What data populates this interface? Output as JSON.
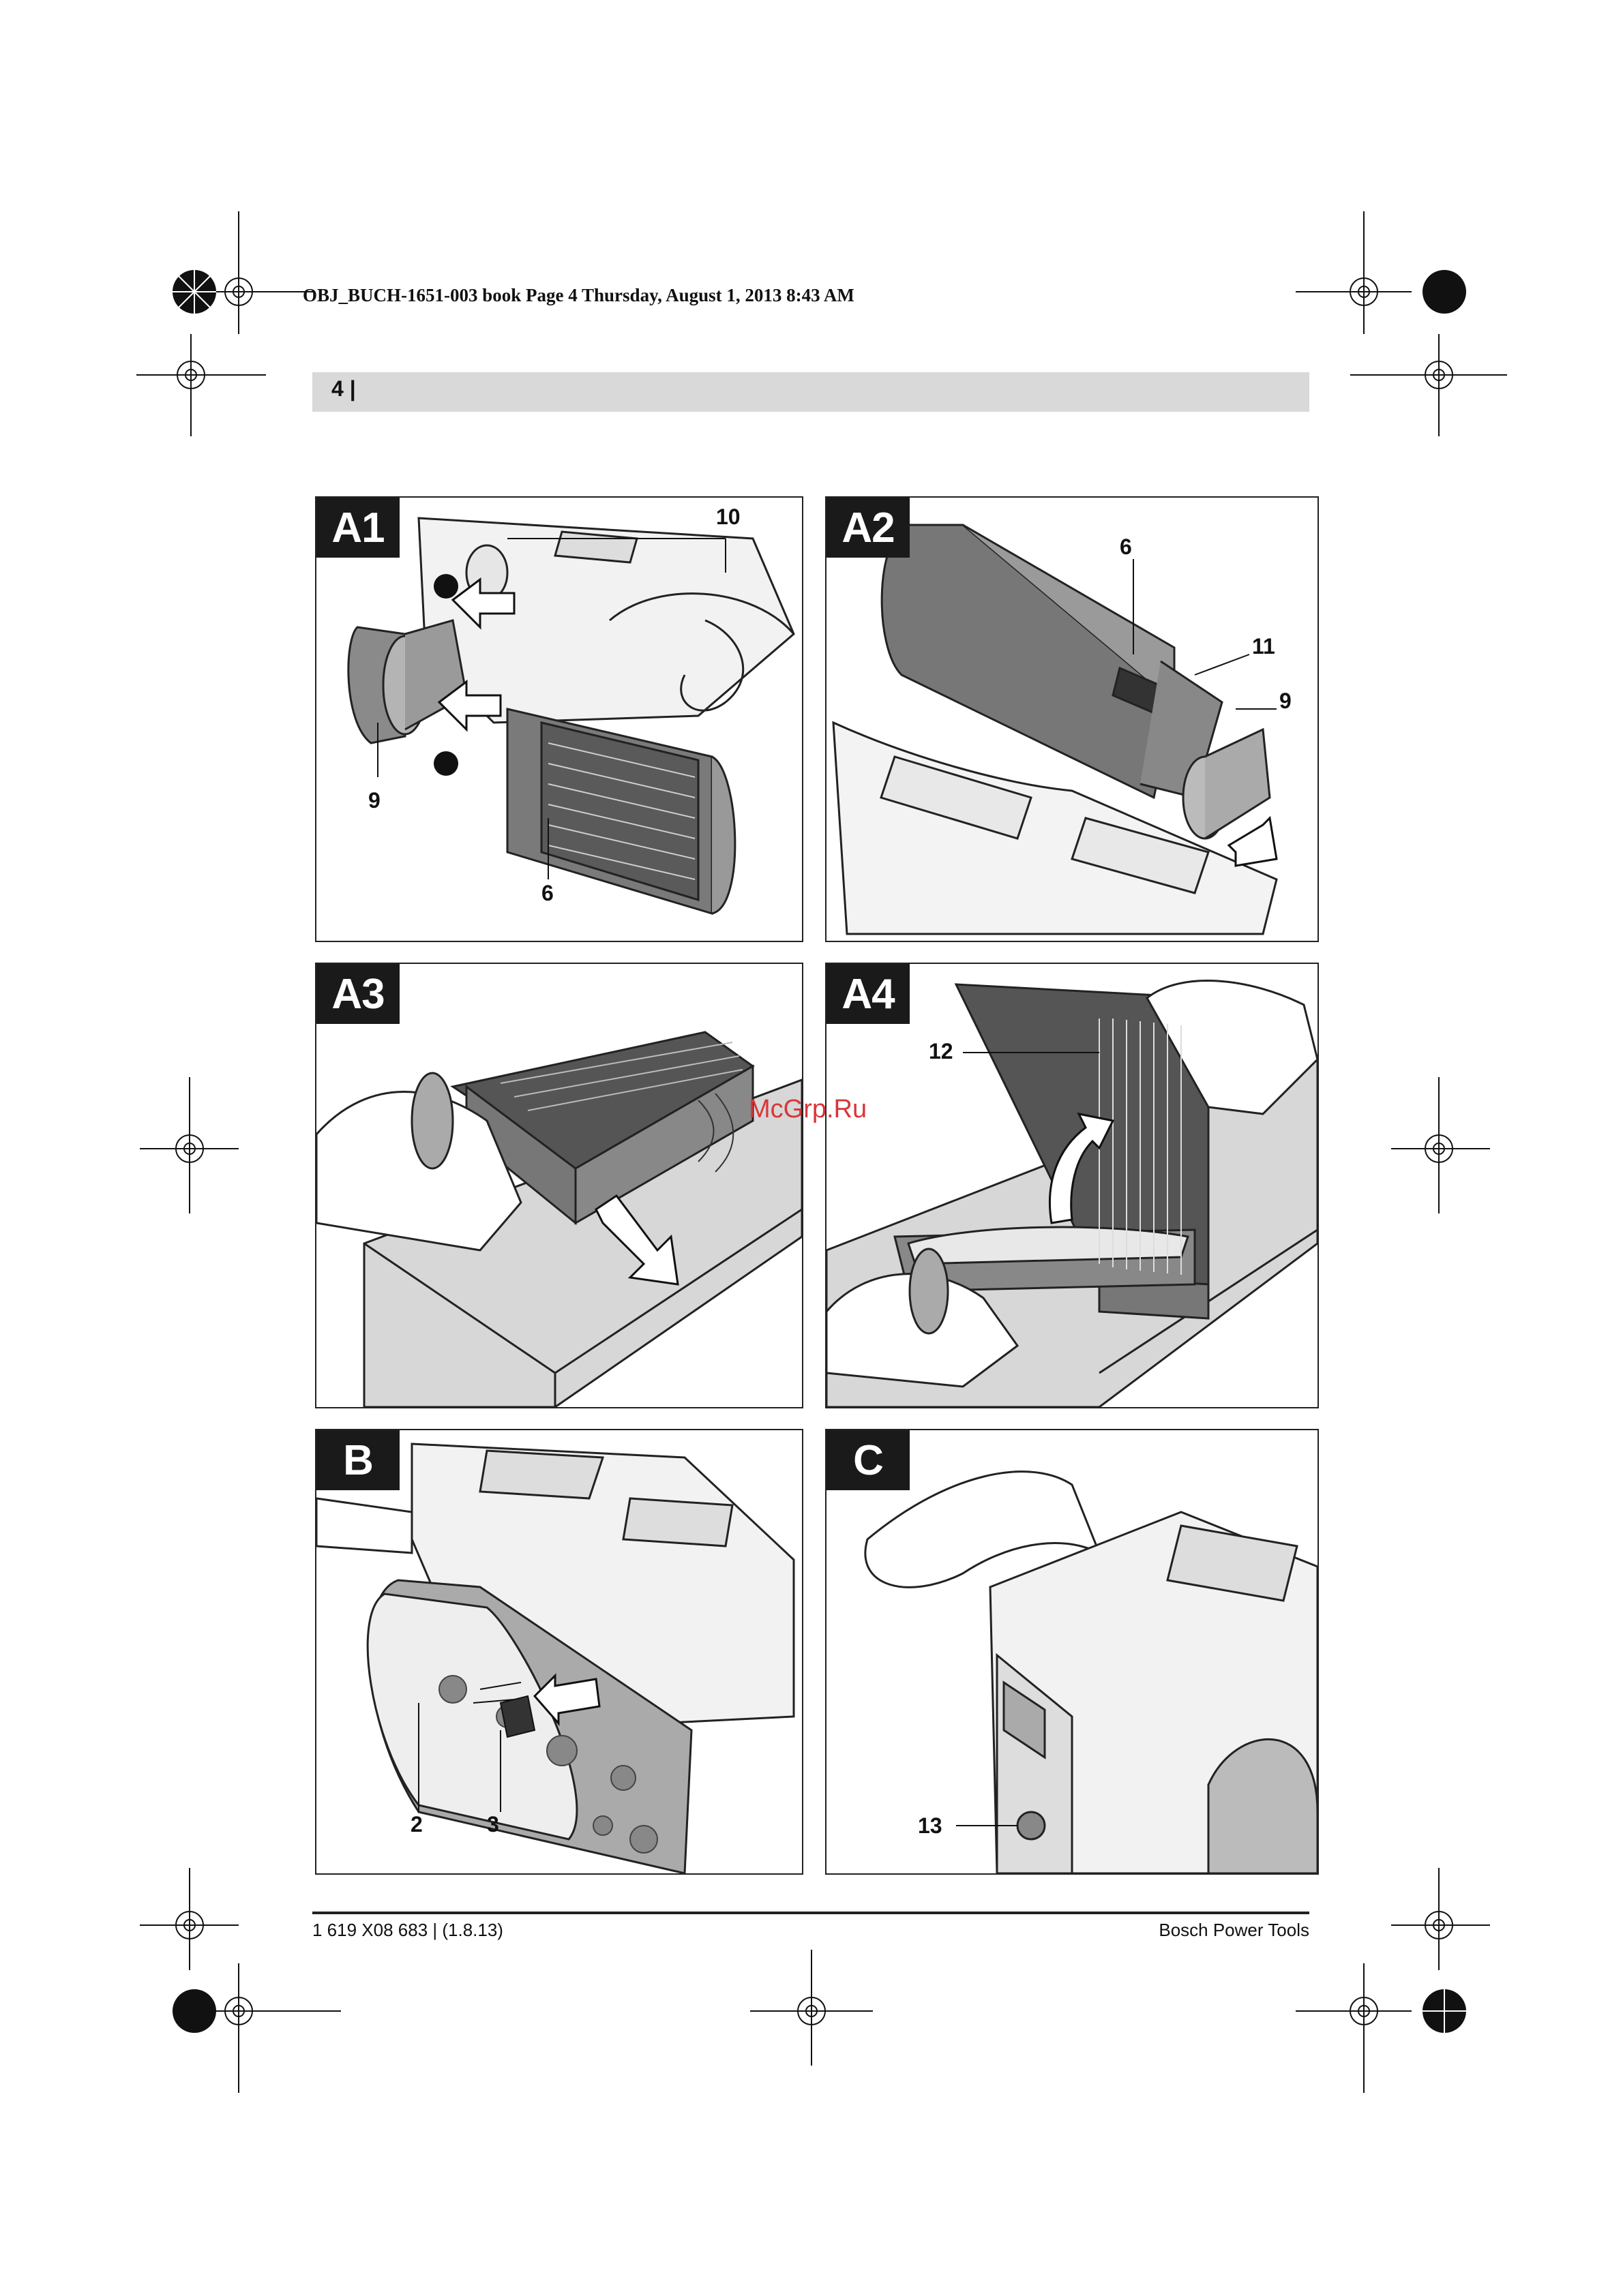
{
  "header": {
    "book_line": "OBJ_BUCH-1651-003 book  Page 4  Thursday, August 1, 2013  8:43 AM",
    "page_number": "4 |"
  },
  "panels": [
    {
      "tag": "A1",
      "callouts": [
        "10",
        "9",
        "6"
      ]
    },
    {
      "tag": "A2",
      "callouts": [
        "6",
        "11",
        "9"
      ]
    },
    {
      "tag": "A3",
      "callouts": []
    },
    {
      "tag": "A4",
      "callouts": [
        "12"
      ]
    },
    {
      "tag": "B",
      "callouts": [
        "2",
        "3"
      ]
    },
    {
      "tag": "C",
      "callouts": [
        "13"
      ]
    }
  ],
  "watermark": "McGrp.Ru",
  "footer": {
    "doc_code": "1 619 X08 683 | (1.8.13)",
    "brand": "Bosch Power Tools"
  },
  "colors": {
    "tag_bg": "#1a1a1a",
    "band": "#d9d9d9",
    "watermark": "#d8363a"
  },
  "icons": [
    "registration-mark-icon",
    "crosshair-icon"
  ]
}
